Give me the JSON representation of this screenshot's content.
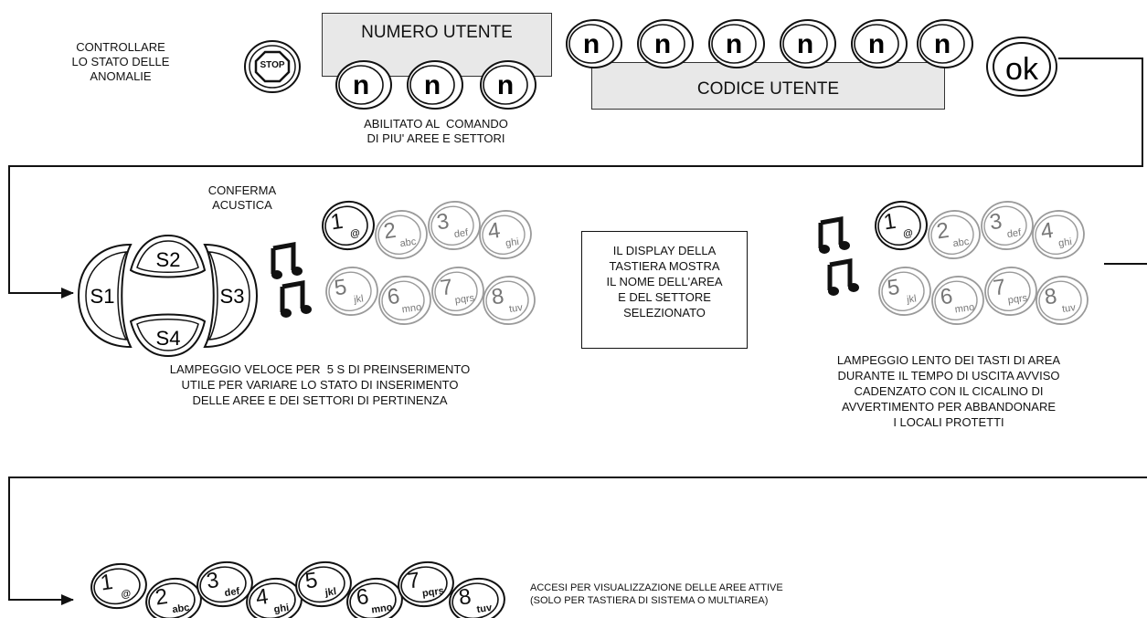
{
  "step1": {
    "check_text": "CONTROLLARE\nLO STATO DELLE\nANOMALIE",
    "stop_label": "STOP",
    "user_number_label": "NUMERO UTENTE",
    "n_key": "n",
    "multi_area_text": "ABILITATO AL  COMANDO\nDI PIU' AREE E SETTORI",
    "user_code_label": "CODICE UTENTE",
    "ok_label": "ok"
  },
  "step2": {
    "acoustic_text": "CONFERMA\nACUSTICA",
    "keys": {
      "s1": "S1",
      "s2": "S2",
      "s3": "S3",
      "s4": "S4"
    },
    "fast_blink_text": "LAMPEGGIO VELOCE PER  5 S DI PREINSERIMENTO\nUTILE PER VARIARE LO STATO DI INSERIMENTO\nDELLE AREE E DEI SETTORI DI PERTINENZA",
    "display_text": "IL DISPLAY DELLA\nTASTIERA MOSTRA\nIL NOME DELL'AREA\nE DEL SETTORE\nSELEZIONATO",
    "slow_blink_text": "LAMPEGGIO LENTO DEI TASTI DI AREA\nDURANTE IL TEMPO DI USCITA AVVISO\nCADENZATO CON IL CICALINO DI\nAVVERTIMENTO PER ABBANDONARE\nI LOCALI PROTETTI"
  },
  "keypad": [
    {
      "num": "1",
      "sub": "@"
    },
    {
      "num": "2",
      "sub": "abc"
    },
    {
      "num": "3",
      "sub": "def"
    },
    {
      "num": "4",
      "sub": "ghi"
    },
    {
      "num": "5",
      "sub": "jkl"
    },
    {
      "num": "6",
      "sub": "mno"
    },
    {
      "num": "7",
      "sub": "pqrs"
    },
    {
      "num": "8",
      "sub": "tuv"
    }
  ],
  "step3": {
    "active_areas_text": "ACCESI PER VISUALIZZAZIONE DELLE AREE ATTIVE\n(SOLO PER TASTIERA DI SISTEMA O MULTIAREA)"
  },
  "colors": {
    "line": "#111111",
    "box_fill": "#e8e8e8",
    "dim_key": "#9a9a9a"
  }
}
